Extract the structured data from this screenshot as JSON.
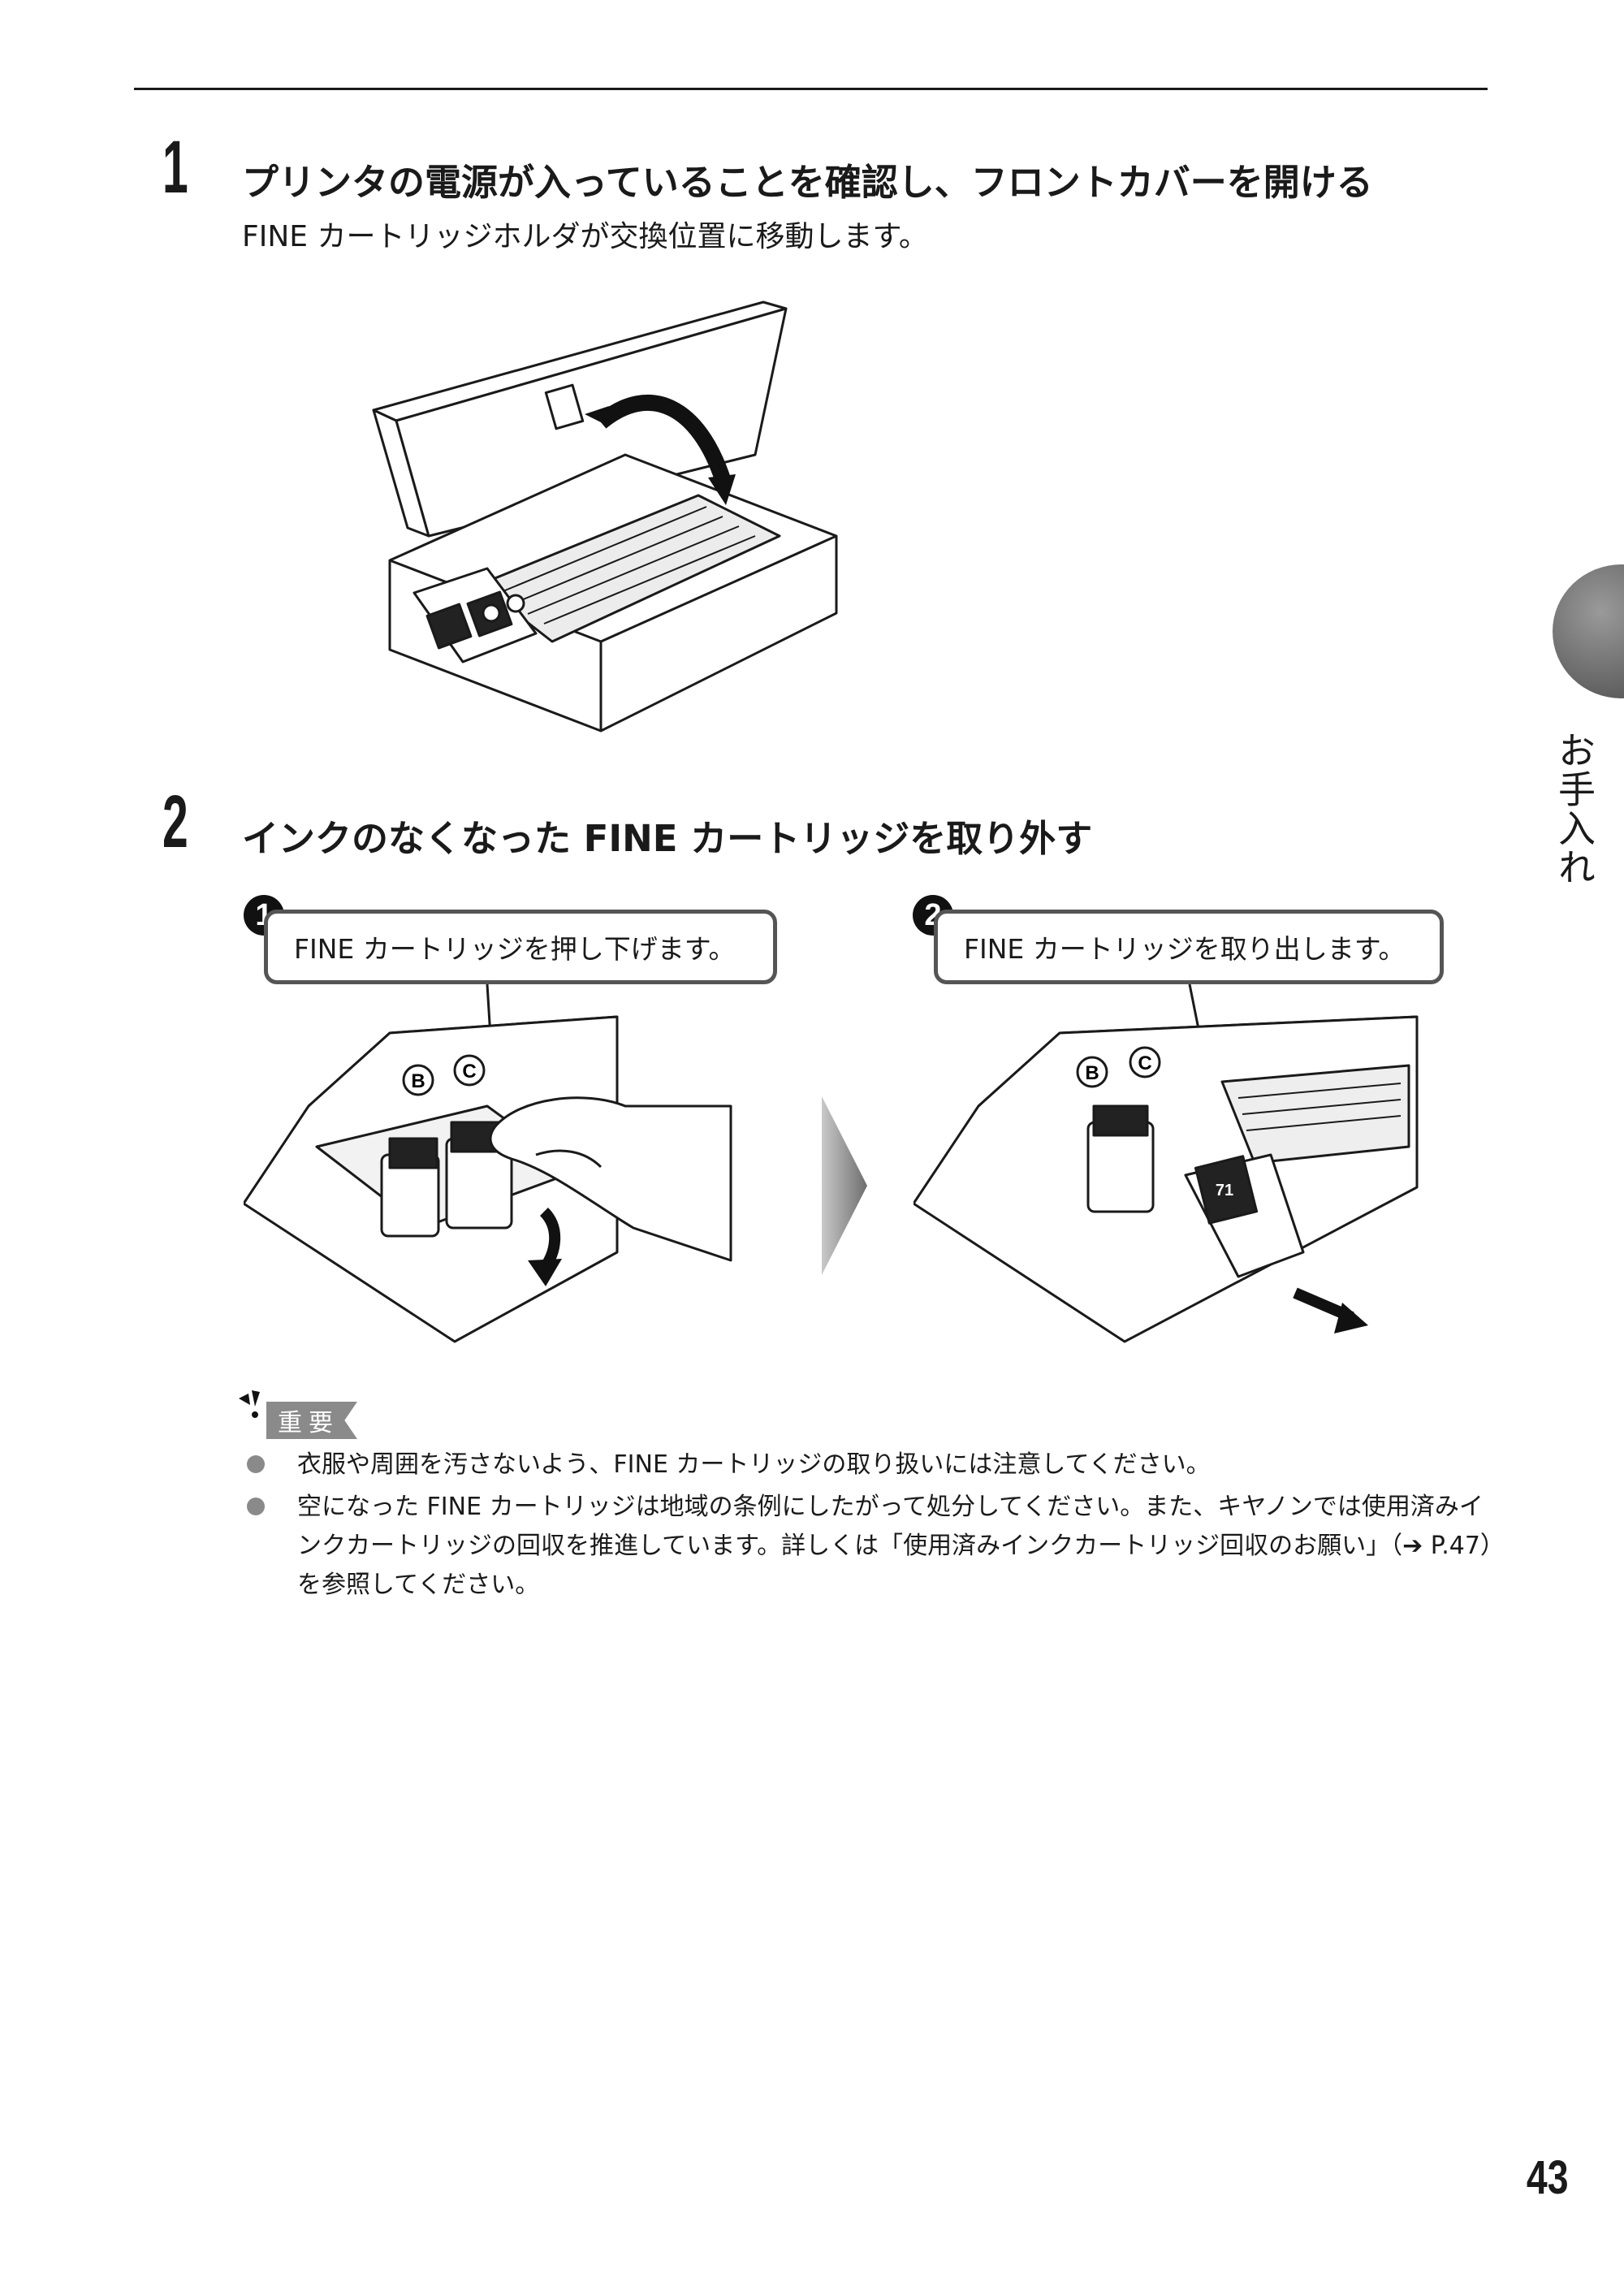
{
  "steps": [
    {
      "number": "1",
      "title": "プリンタの電源が入っていることを確認し、フロントカバーを開ける",
      "description": "FINE カートリッジホルダが交換位置に移動します。"
    },
    {
      "number": "2",
      "title": "インクのなくなった FINE カートリッジを取り外す",
      "substeps": [
        {
          "number": "1",
          "text": "FINE カートリッジを押し下げます。"
        },
        {
          "number": "2",
          "text": "FINE カートリッジを取り出します。"
        }
      ]
    }
  ],
  "printer_labels": {
    "black": "B",
    "color": "C",
    "cartridge_number": "71"
  },
  "important": {
    "label": "重要",
    "notes": [
      "衣服や周囲を汚さないよう、FINE カートリッジの取り扱いには注意してください。",
      "空になった FINE カートリッジは地域の条例にしたがって処分してください。また、キヤノンでは使用済みインクカートリッジの回収を推進しています。詳しくは「使用済みインクカートリッジ回収のお願い」（➔ P.47）を参照してください。"
    ]
  },
  "side_tab": {
    "label": "お手入れ"
  },
  "page_number": "43"
}
